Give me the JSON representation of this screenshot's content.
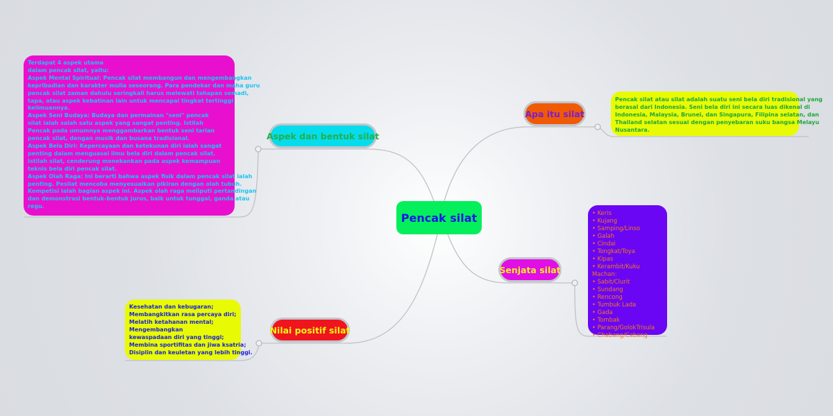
{
  "central": {
    "label": "Pencak silat",
    "bg": "#05ef5c",
    "color": "#1b16e8"
  },
  "branches": {
    "apa": {
      "label": "Apa itu silat",
      "bg": "#f05a05",
      "color": "#7a1fd0"
    },
    "aspek": {
      "label": "Aspek dan bentuk silat",
      "bg": "#06dcec",
      "color": "#22b04a"
    },
    "senjata": {
      "label": "Senjata silat",
      "bg": "#e10ee5",
      "color": "#f0ee20"
    },
    "nilai": {
      "label": "Nilai positif silat",
      "bg": "#f0141e",
      "color": "#f2f515"
    }
  },
  "notes": {
    "apa": {
      "bg": "#e8fb05",
      "color": "#1fa83a",
      "lines": [
        "Pencak silat atau silat adalah suatu seni bela diri tradisional yang",
        "berasal dari Indonesia. Seni bela diri ini secara luas dikenal di",
        "Indonesia, Malaysia, Brunei, dan Singapura, Filipina selatan, dan",
        "Thailand selatan sesuai dengan penyebaran suku bangsa Melayu",
        "Nusantara."
      ]
    },
    "aspek": {
      "bg": "#e90fcf",
      "color": "#1ec3f0",
      "lines": [
        "Terdapat 4 aspek utama",
        "dalam pencak silat, yaitu:",
        "Aspek Mental Spiritual: Pencak silat membangun dan mengembangkan",
        "kepribadian dan karakter mulia seseorang. Para pendekar dan maha guru",
        "pencak silat zaman dahulu seringkali harus melewati tahapan semadi,",
        "tapa, atau aspek kebatinan lain untuk mencapai tingkat tertinggi",
        "keilmuannya.",
        "Aspek Seni Budaya: Budaya dan permainan \"seni\" pencak",
        "silat ialah salah satu aspek yang sangat penting. Istilah",
        "Pencak pada umumnya menggambarkan bentuk seni tarian",
        "pencak silat, dengan musik dan busana tradisional.",
        "Aspek Bela Diri: Kepercayaan dan ketekunan diri ialah sangat",
        "penting dalam menguasai ilmu bela diri dalam pencak silat.",
        "Istilah silat, cenderung menekankan pada aspek kemampuan",
        "teknis bela diri pencak silat.",
        "Aspek Olah Raga: Ini berarti bahwa aspek fisik dalam pencak silat ialah",
        "penting. Pesilat mencoba menyesuaikan pikiran dengan olah tubuh.",
        "Kompetisi ialah bagian aspek ini. Aspek olah raga meliputi pertandingan",
        "dan demonstrasi bentuk-bentuk jurus, baik untuk tunggal, ganda atau",
        "regu."
      ]
    },
    "senjata": {
      "bg": "#6a06f3",
      "color": "#f07a18",
      "items": [
        "Keris",
        "Kujang",
        "Samping/Linso",
        "Galah",
        "Cindai",
        "Tongkat/Toya",
        "Kipas",
        "Kerambit/Kuku Machan:",
        "Sabit/Clurit",
        "Sundang",
        "Rencong",
        "Tumbuk Lada",
        "Gada",
        "Tombak",
        "Parang/GolokTrisula",
        "Chabang/Cabang"
      ]
    },
    "nilai": {
      "bg": "#e8fb05",
      "color": "#1e22d8",
      "lines": [
        "Kesehatan dan kebugaran;",
        "Membangkitkan rasa percaya diri;",
        "Melatih ketahanan mental;",
        "Mengembangkan",
        "kewaspadaan diri yang tinggi;",
        "Membina sportifitas dan jiwa ksatria;",
        "Disiplin dan keuletan yang lebih tinggi."
      ]
    }
  }
}
